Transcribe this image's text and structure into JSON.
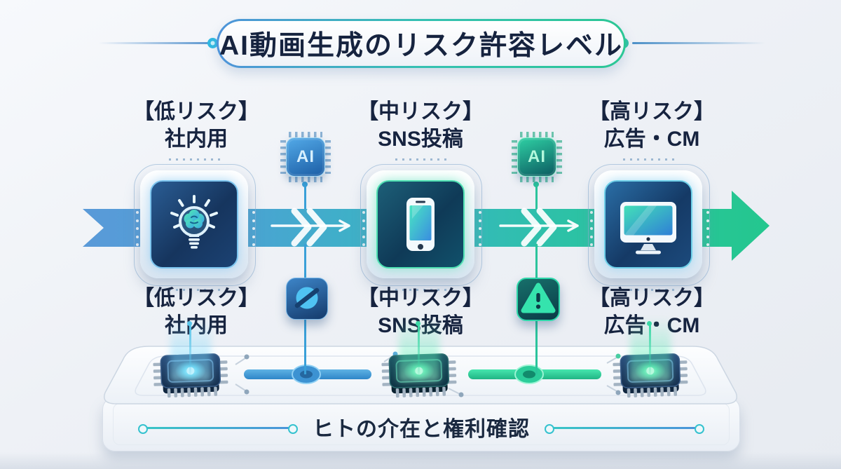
{
  "title": "AI動画生成のリスク許容レベル",
  "stages": [
    {
      "name": "low-risk",
      "top_label": [
        "【低リスク】",
        "社内用"
      ],
      "bottom_label": [
        "【低リスク】",
        "社内用"
      ],
      "icon": "lightbulb-brain-icon"
    },
    {
      "name": "medium-risk",
      "top_label": [
        "【中リスク】",
        "SNS投稿"
      ],
      "bottom_label": [
        "【中リスク】",
        "SNS投稿"
      ],
      "icon": "smartphone-icon"
    },
    {
      "name": "high-risk",
      "top_label": [
        "【高リスク】",
        "広告・CM"
      ],
      "bottom_label": [
        "【高リスク】",
        "広告・CM"
      ],
      "icon": "desktop-monitor-icon"
    }
  ],
  "checkpoints": [
    {
      "chip_label": "AI",
      "gate_icon": "prohibition-badge-icon"
    },
    {
      "chip_label": "AI",
      "gate_icon": "warning-triangle-icon"
    }
  ],
  "platform_label": "ヒトの介在と権利確認",
  "colors": {
    "flow_start_blue": "#5a9ad8",
    "flow_mid_teal": "#38b7c2",
    "flow_end_green": "#24c78e",
    "text_navy": "#16233f"
  }
}
